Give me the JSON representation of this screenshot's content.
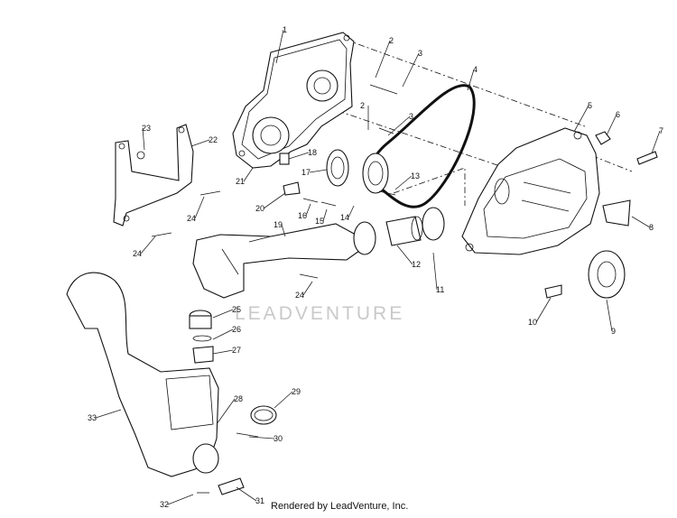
{
  "watermark": "LEADVENTURE",
  "footer": "Rendered by LeadVenture, Inc.",
  "callouts": [
    "1",
    "2",
    "3",
    "2",
    "3",
    "4",
    "5",
    "6",
    "7",
    "8",
    "9",
    "10",
    "11",
    "12",
    "13",
    "14",
    "15",
    "16",
    "17",
    "18",
    "19",
    "20",
    "21",
    "22",
    "23",
    "24",
    "24",
    "24",
    "25",
    "26",
    "27",
    "28",
    "29",
    "30",
    "31",
    "32",
    "33"
  ],
  "colors": {
    "line": "#111111",
    "watermark": "#c9c9c9",
    "background": "#ffffff"
  }
}
